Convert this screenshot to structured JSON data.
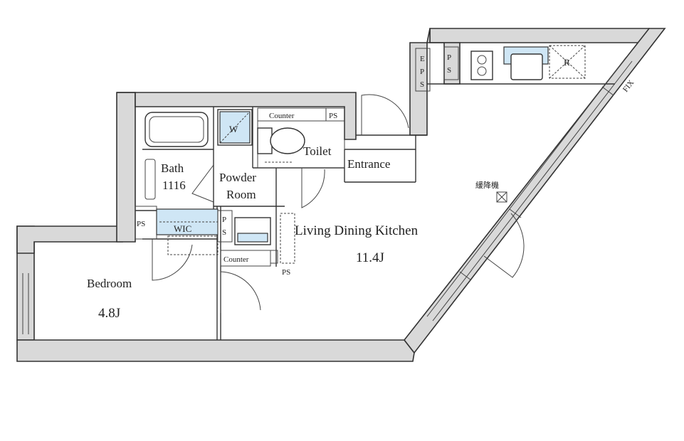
{
  "rooms": {
    "ldk": {
      "name": "Living Dining Kitchen",
      "area": "11.4J"
    },
    "bedroom": {
      "name": "Bedroom",
      "area": "4.8J"
    },
    "bath": {
      "name": "Bath",
      "size": "1116"
    },
    "powder_room": {
      "line1": "Powder",
      "line2": "Room"
    },
    "toilet": {
      "name": "Toilet"
    },
    "entrance": {
      "name": "Entrance"
    },
    "wic": {
      "name": "WIC"
    }
  },
  "labels": {
    "washer": "W",
    "refrigerator": "R",
    "counter_top": "Counter",
    "counter_bottom": "Counter",
    "ps_toilet": "PS",
    "ps_wic": "PS",
    "ps_powder_p": "P",
    "ps_powder_s": "S",
    "ps_kitchen_p": "P",
    "ps_kitchen_s": "S",
    "ps_bottom": "PS",
    "eps_e": "E",
    "eps_p": "P",
    "eps_s": "S",
    "fix": "FIX",
    "escape_ladder": "緩降機"
  },
  "colors": {
    "wall": "#d9d9d9",
    "outline": "#333333",
    "fixture_blue": "#cfe6f5"
  }
}
